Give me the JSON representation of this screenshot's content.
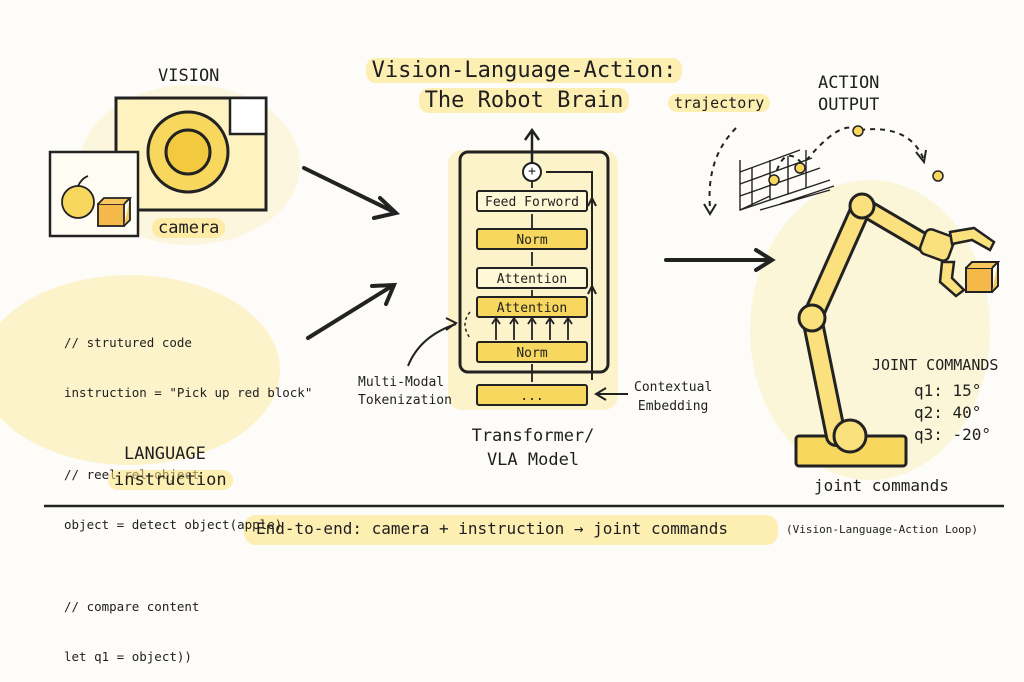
{
  "title": {
    "line1": "Vision-Language-Action:",
    "line2": "The Robot Brain"
  },
  "vision": {
    "heading": "VISION",
    "camera_label": "camera"
  },
  "language": {
    "code_lines": [
      "// strutured code",
      "instruction = \"Pick up red block\"",
      "",
      "// reel rel object",
      "object = detect object(apple)",
      "",
      "// compare content",
      "let q1 = object))"
    ],
    "heading": "LANGUAGE",
    "sub": "instruction"
  },
  "transformer": {
    "blocks": [
      "Feed Forword",
      "Norm",
      "Attention",
      "Attention",
      "Norm",
      "..."
    ],
    "plus": "+",
    "label_left": [
      "Multi-Modal",
      "Tokenization"
    ],
    "label_right": [
      "Contextual",
      "Embedding"
    ],
    "model_label": [
      "Transformer/",
      "VLA Model"
    ]
  },
  "action": {
    "heading": [
      "ACTION",
      "OUTPUT"
    ],
    "trajectory": "trajectory",
    "joint_title": "JOINT COMMANDS",
    "joints": [
      "q1: 15°",
      "q2: 40°",
      "q3: -20°"
    ],
    "footer": "joint commands"
  },
  "bottom": {
    "main": "End-to-end: camera + instruction → joint commands",
    "aside": "(Vision-Language-Action Loop)"
  },
  "colors": {
    "accent": "#f8d75e",
    "wash": "#fde278",
    "ink": "#222222"
  }
}
